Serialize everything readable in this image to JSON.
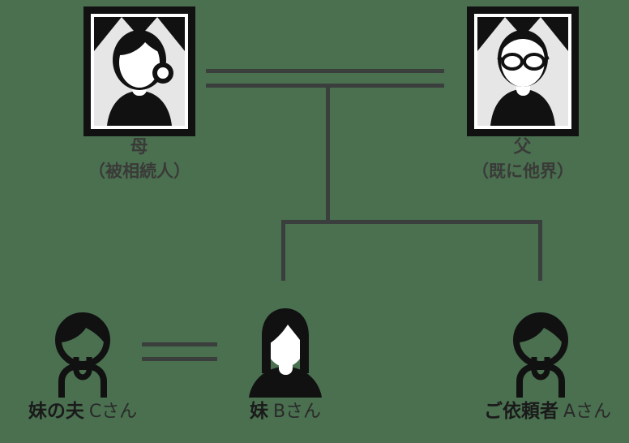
{
  "diagram": {
    "title": "family-inheritance-tree",
    "colors": {
      "line": "#3a3e3d",
      "label_top": "#3a3a38",
      "label_bottom": "#1a1a1a",
      "frame": "#111111",
      "photo_bg": "#e6e6e6"
    },
    "people": {
      "mother": {
        "label": "母",
        "sub": "（被相続人）",
        "icon": "memorial-portrait-female-icon"
      },
      "father": {
        "label": "父",
        "sub": "（既に他界）",
        "icon": "memorial-portrait-male-glasses-icon"
      },
      "sister_husband": {
        "label": "妹の夫",
        "code": "Cさん",
        "icon": "person-male-icon"
      },
      "sister": {
        "label": "妹",
        "code": "Bさん",
        "icon": "person-female-icon"
      },
      "client": {
        "label": "ご依頼者",
        "code": "Aさん",
        "icon": "person-male-icon"
      }
    },
    "relations": {
      "parents_marriage": "double-line",
      "children_branch": "bracket-line",
      "sister_marriage": "double-line"
    }
  }
}
